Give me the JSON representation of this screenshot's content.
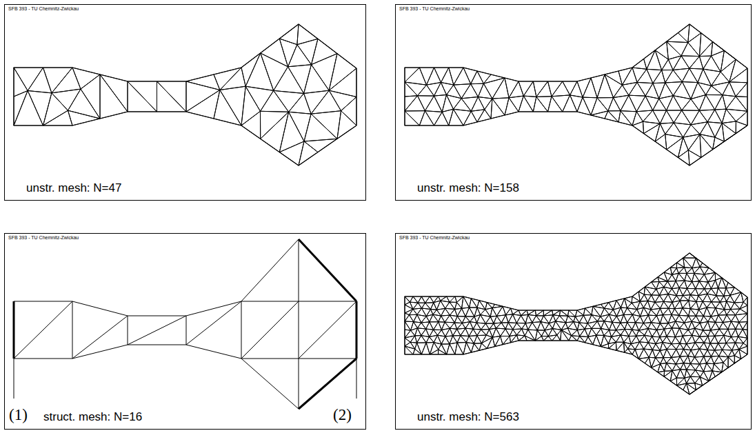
{
  "diagram": {
    "nodes": [
      {
        "text": [
          "SFB 393 - TU Chemnitz-Zwickau",
          "unstr. mesh: N=47"
        ]
      },
      {
        "text": [
          "SFB 393 - TU Chemnitz-Zwickau",
          "unstr. mesh: N=158"
        ]
      },
      {
        "text": [
          "SFB 393 - TU Chemnitz-Zwickau",
          "(1)",
          "struct. mesh: N=16",
          "(2)"
        ]
      },
      {
        "text": [
          "SFB 393 - TU Chemnitz-Zwickau",
          "unstr. mesh: N=563"
        ]
      }
    ]
  }
}
